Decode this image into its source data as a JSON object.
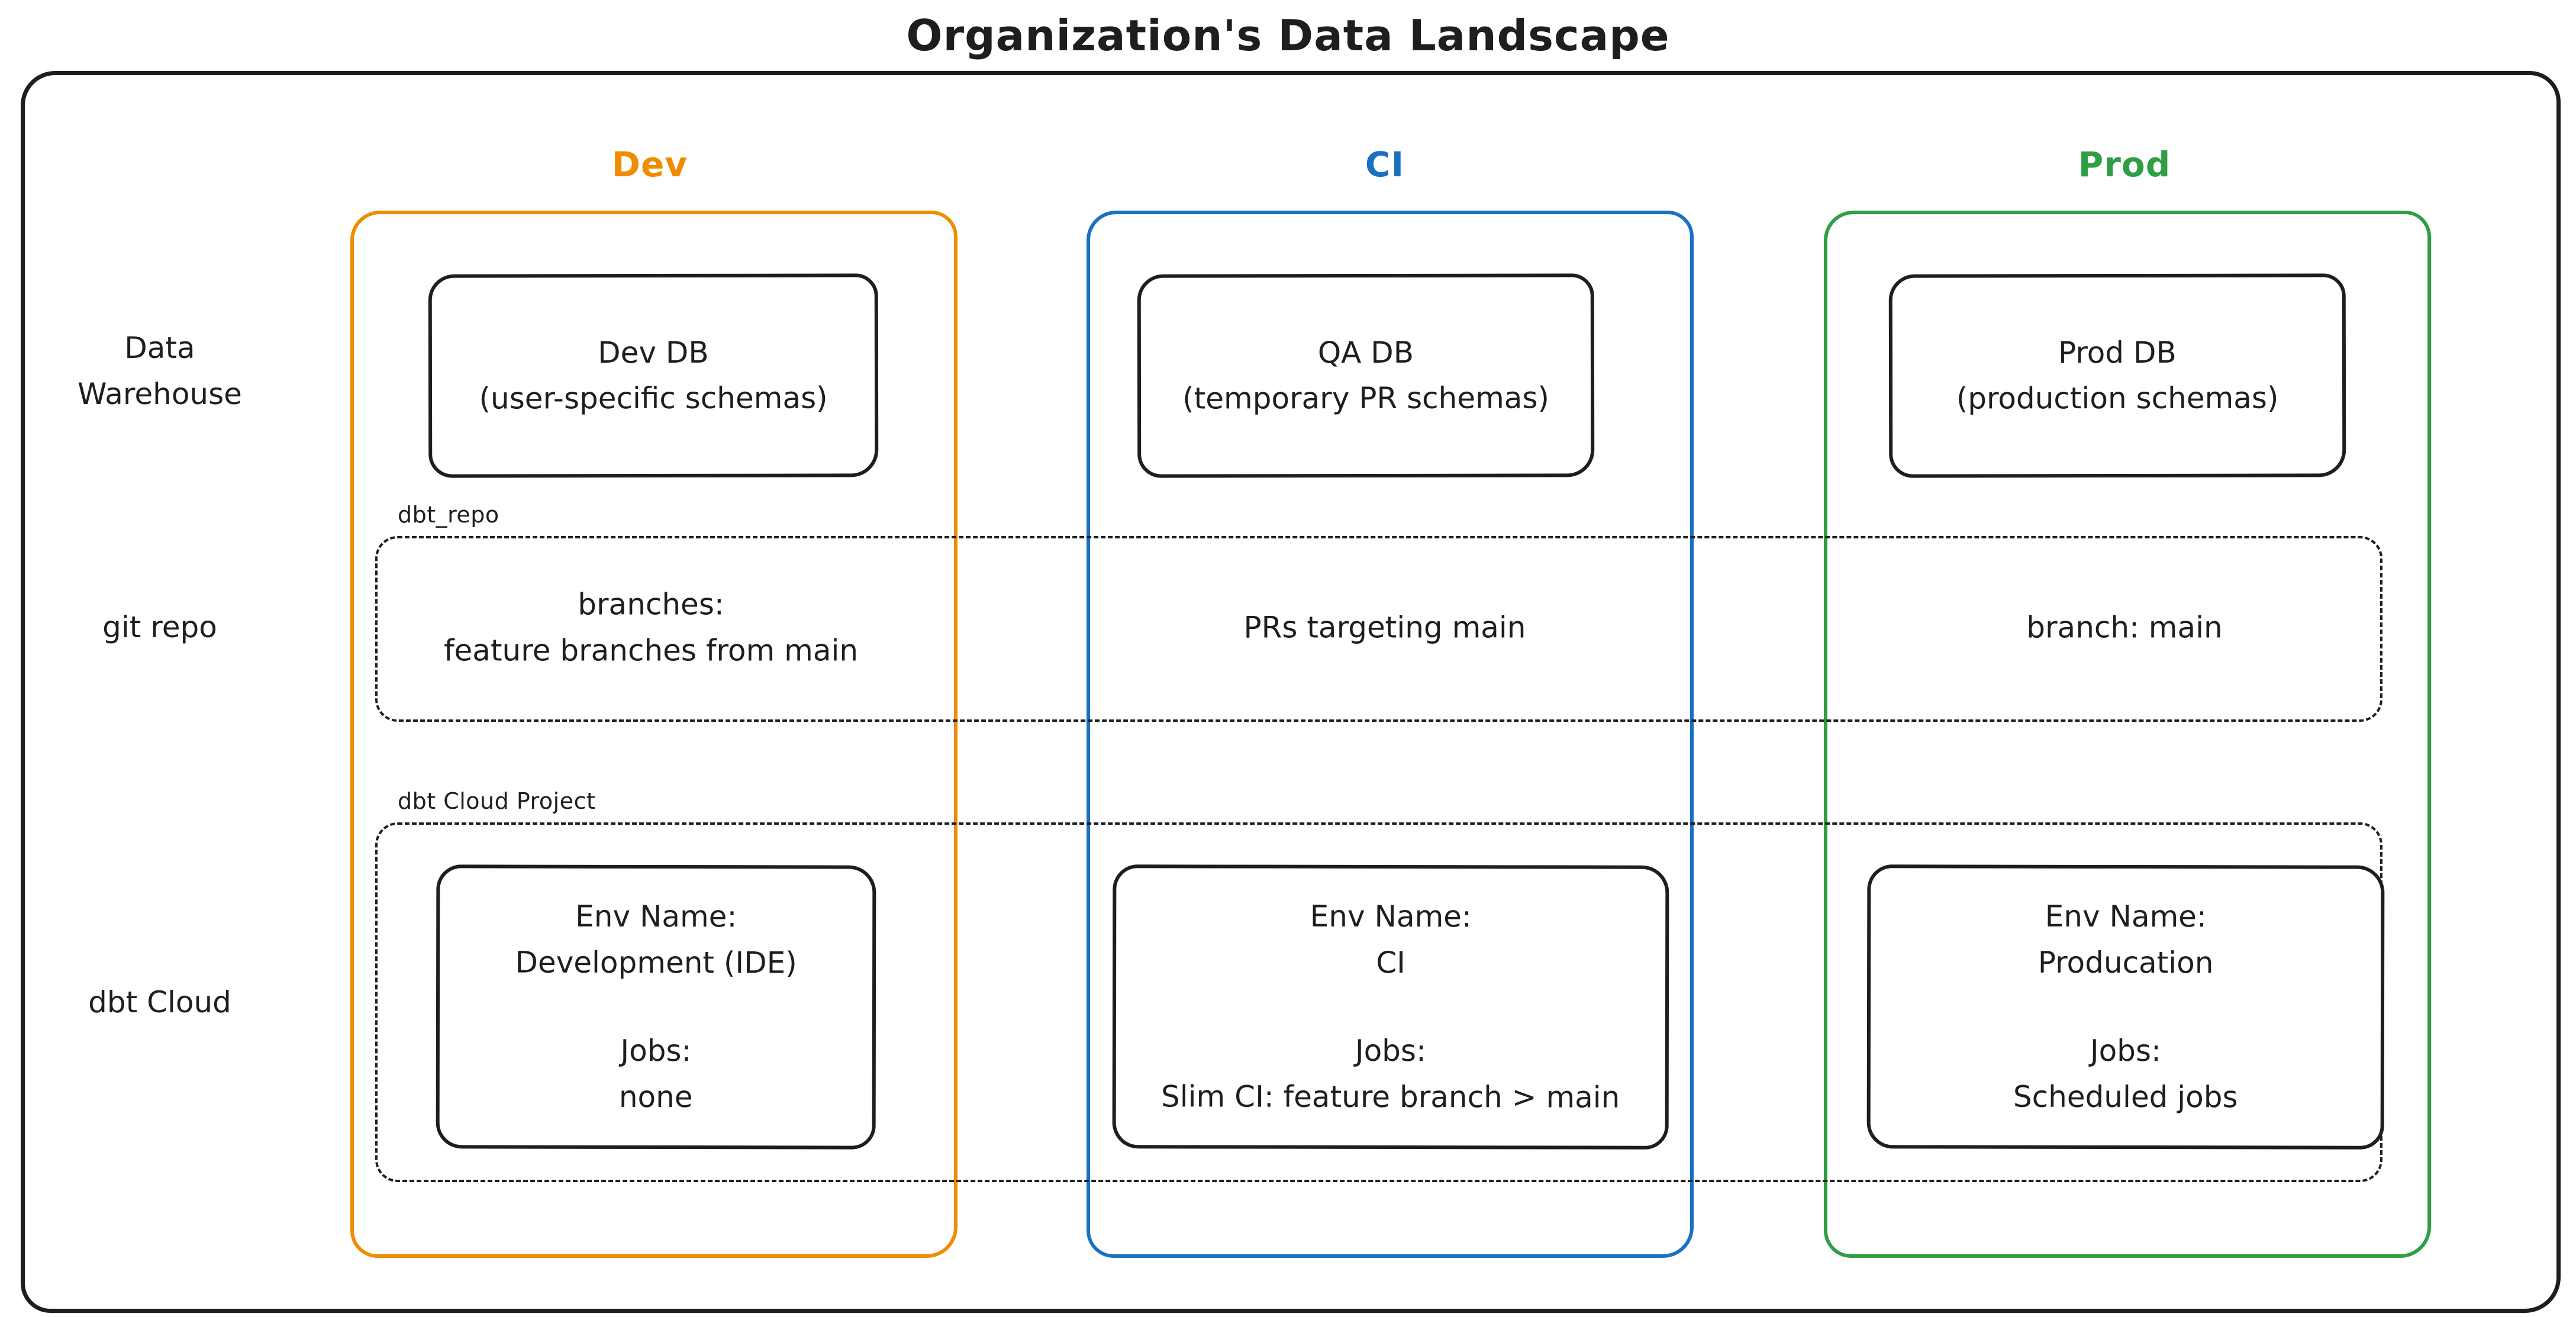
{
  "title": "Organization's Data Landscape",
  "colors": {
    "dev_accent": "#f08c00",
    "ci_accent": "#1971c2",
    "prod_accent": "#2f9e44",
    "stroke": "#1e1e1e"
  },
  "row_labels": {
    "data_warehouse": "Data\nWarehouse",
    "git_repo": "git repo",
    "dbt_cloud": "dbt Cloud"
  },
  "group_boxes": {
    "git_repo_label": "dbt_repo",
    "dbt_cloud_label": "dbt Cloud Project"
  },
  "columns": [
    {
      "id": "dev",
      "header": "Dev",
      "db_title": "Dev DB",
      "db_subtitle": "(user-specific schemas)",
      "git_text": "branches:\nfeature branches from main",
      "env_label": "Env Name:",
      "env_name": "Development (IDE)",
      "jobs_label": "Jobs:",
      "jobs_value": "none"
    },
    {
      "id": "ci",
      "header": "CI",
      "db_title": "QA DB",
      "db_subtitle": "(temporary PR schemas)",
      "git_text": "PRs targeting main",
      "env_label": "Env Name:",
      "env_name": "CI",
      "jobs_label": "Jobs:",
      "jobs_value": "Slim CI: feature branch > main"
    },
    {
      "id": "prod",
      "header": "Prod",
      "db_title": "Prod DB",
      "db_subtitle": "(production schemas)",
      "git_text": "branch: main",
      "env_label": "Env Name:",
      "env_name": "Producation",
      "jobs_label": "Jobs:",
      "jobs_value": "Scheduled jobs"
    }
  ]
}
